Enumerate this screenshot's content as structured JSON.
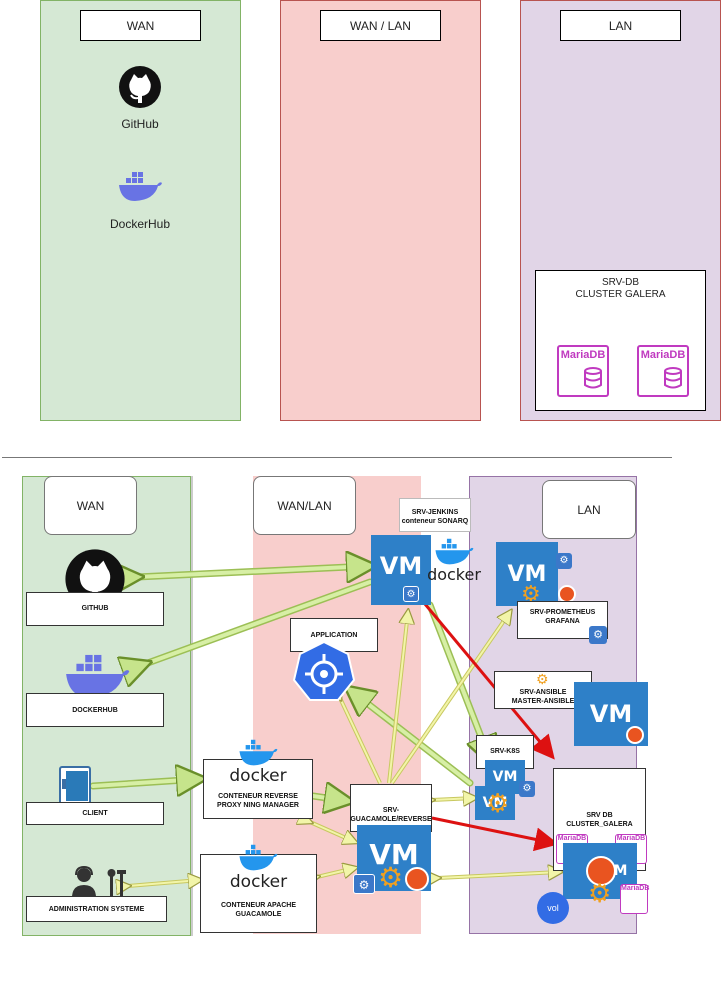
{
  "top": {
    "wan_title": "WAN",
    "wanlan_title": "WAN / LAN",
    "lan_title": "LAN",
    "github_label": "GitHub",
    "dockerhub_label": "DockerHub",
    "srvdb_line1": "SRV-DB",
    "srvdb_line2": "CLUSTER GALERA",
    "mariadb_label": "MariaDB"
  },
  "bottom": {
    "wan_title": "WAN",
    "wanlan_title": "WAN/LAN",
    "lan_title": "LAN",
    "github": "GITHUB",
    "dockerhub": "DOCKERHUB",
    "client": "CLIENT",
    "admin": "ADMINISTRATION SYSTEME",
    "jenkins_line1": "SRV-JENKINS",
    "jenkins_line2": "conteneur SONARQ",
    "application": "APPLICATION",
    "prometheus_line1": "SRV-PROMETHEUS",
    "prometheus_line2": "GRAFANA",
    "ansible_line1": "SRV-ANSIBLE",
    "ansible_line2": "MASTER-ANSIBLE",
    "k8s": "SRV-K8S",
    "srvdb_line1": "SRV DB",
    "srvdb_line2": "CLUSTER_GALERA",
    "guac_line1": "SRV-",
    "guac_line2": "GUACAMOLE/REVERSE",
    "proxy_line1": "CONTENEUR REVERSE",
    "proxy_line2": "PROXY NING MANAGER",
    "apache_line1": "CONTENEUR APACHE",
    "apache_line2": "GUACAMOLE",
    "docker_word": "docker",
    "vm_word": "VM",
    "vol_word": "vol",
    "mariadb_label": "MariaDB"
  },
  "colors": {
    "wan_fill": "#d5e8d4",
    "wan_stroke": "#82b366",
    "wanlan_fill": "#f8cecc",
    "wanlan_stroke": "#b85450",
    "lan_fill": "#e1d5e7",
    "lan_stroke": "#9673a6",
    "vm_blue": "#2e80c8",
    "arrow_green": "#c6e48b",
    "arrow_yellow": "#f2f5a9",
    "arrow_red": "#dd1111",
    "mariadb": "#c03ac0",
    "docker_blue": "#2496ed"
  },
  "icons": [
    "github-icon",
    "docker-icon",
    "mariadb-icon",
    "vmware-icon",
    "kubernetes-icon",
    "ubuntu-icon",
    "gear-icon",
    "monitor-icon",
    "admin-user-icon",
    "volume-icon"
  ]
}
